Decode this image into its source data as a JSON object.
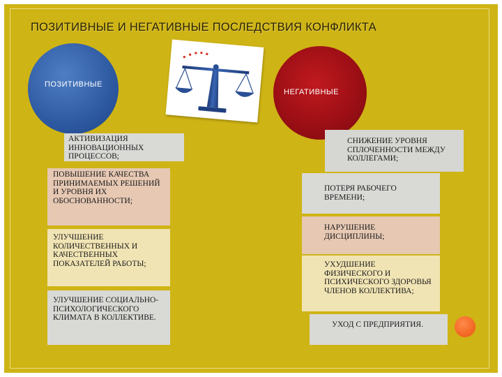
{
  "title": "ПОЗИТИВНЫЕ И НЕГАТИВНЫЕ ПОСЛЕДСТВИЯ КОНФЛИКТА",
  "positive": {
    "label": "ПОЗИТИВНЫЕ",
    "items": [
      "АКТИВИЗАЦИЯ ИННОВАЦИОННЫХ ПРОЦЕССОВ;",
      "ПОВЫШЕНИЕ КАЧЕСТВА ПРИНИМАЕМЫХ РЕШЕНИЙ И УРОВНЯ ИХ ОБОСНОВАННОСТИ;",
      "УЛУЧШЕНИЕ КОЛИЧЕСТВЕННЫХ И КАЧЕСТВЕННЫХ ПОКАЗАТЕЛЕЙ РАБОТЫ;",
      "УЛУЧШЕНИЕ СОЦИАЛЬНО-ПСИХОЛОГИЧЕСКОГО КЛИМАТА В КОЛЛЕКТИВЕ."
    ]
  },
  "negative": {
    "label": "НЕГАТИВНЫЕ",
    "items": [
      "СНИЖЕНИЕ УРОВНЯ СПЛОЧЕННОСТИ МЕЖДУ КОЛЛЕГАМИ;",
      "ПОТЕРЯ РАБОЧЕГО ВРЕМЕНИ;",
      "НАРУШЕНИЕ ДИСЦИПЛИНЫ;",
      "УХУДШЕНИЕ ФИЗИЧЕСКОГО И ПСИХИЧЕСКОГО ЗДОРОВЬЯ ЧЛЕНОВ КОЛЛЕКТИВА;",
      "УХОД С ПРЕДПРИЯТИЯ."
    ]
  },
  "colors": {
    "background": "#cfb415",
    "positive_circle": "#2e5aa2",
    "negative_circle": "#9c0f15",
    "accent": "#f06420"
  },
  "icons": {
    "scales": "scales-of-justice-icon"
  }
}
